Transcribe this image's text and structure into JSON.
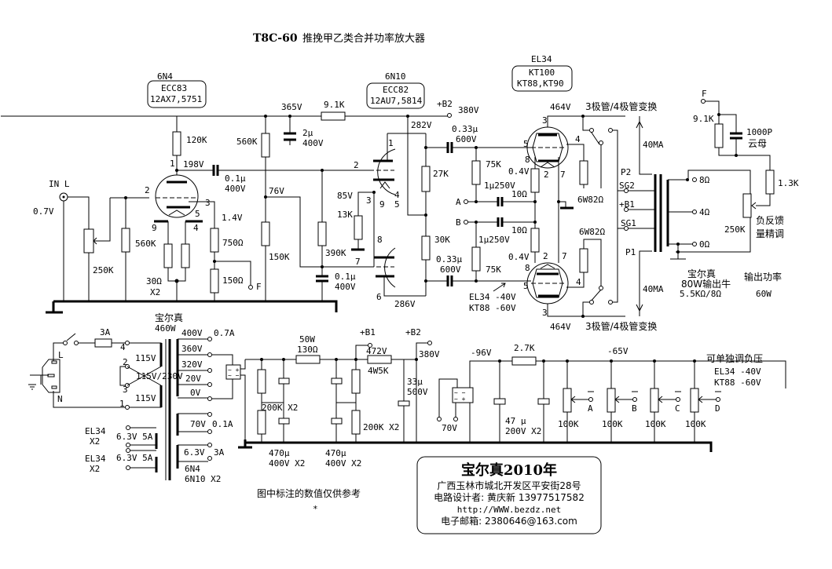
{
  "title": {
    "model": "T8C-60",
    "name": "推挽甲乙类合并功率放大器"
  },
  "tubes": {
    "v1": {
      "label": "6N4",
      "box": [
        "ECC83",
        "12AX7,5751"
      ]
    },
    "v2": {
      "label": "6N10",
      "box": [
        "ECC82",
        "12AU7,5814"
      ]
    },
    "v3": {
      "label": "EL34",
      "box": [
        "KT100",
        "KT88,KT90"
      ]
    }
  },
  "input": {
    "label": "IN  L",
    "level": "0.7V",
    "pot": "250K"
  },
  "stage1": {
    "r_plate": "120K",
    "v_plate": "198V",
    "r_grid": "560K",
    "r_cathode_pair": "30Ω",
    "r_cathode_pair_qty": "X2",
    "r750": "750Ω",
    "r150": "150Ω",
    "v_cathode": "1.4V",
    "fb_node": "F",
    "pins": {
      "p1": "1",
      "p2": "2",
      "p3": "3",
      "p9": "9",
      "p4": "4",
      "p5": "5"
    },
    "coupling_cap": [
      "0.1μ",
      "400V"
    ]
  },
  "stage2": {
    "v_supply": "365V",
    "r_drop": "9.1K",
    "cap": [
      "2μ",
      "400V"
    ],
    "r_top": "560K",
    "v_bias": "76V",
    "r_bottom": "150K",
    "r_grid": "390K",
    "grid_cap": [
      "0.1μ",
      "400V"
    ],
    "v_cathode": "85V",
    "r_cathode": "13K",
    "v_plate_top": "282V",
    "v_plate_bottom": "286V",
    "r_load_top": "27K",
    "r_load_bottom": "30K",
    "b2": "+B2",
    "b2_voltage": "380V",
    "pins": {
      "p1": "1",
      "p2": "2",
      "p3": "3",
      "p9": "9",
      "p4": "4",
      "p5": "5",
      "p8": "8",
      "p7": "7",
      "p6": "6"
    }
  },
  "output_stage": {
    "coupling_cap_top": [
      "0.33μ",
      "600V"
    ],
    "coupling_cap_bottom": [
      "0.33μ",
      "600V"
    ],
    "r_grid": "75K",
    "bias_cap": "1μ250V",
    "r_cathode": "10Ω",
    "v_cathode": "0.4V",
    "v_plate": "464V",
    "screen_res": "6W82Ω",
    "switch_label": "3极管/4极管变换",
    "current": "40MA",
    "bias_note": [
      "EL34 -40V",
      "KT88 -60V"
    ],
    "bias_nodes": [
      "A",
      "B"
    ],
    "pins": {
      "p3": "3",
      "p5": "5",
      "p4": "4",
      "p8": "8",
      "p2": "2",
      "p7": "7"
    }
  },
  "output_transformer": {
    "taps_primary": [
      "P2",
      "SG2",
      "+B1",
      "SG1",
      "P1"
    ],
    "taps_secondary": [
      "8Ω",
      "4Ω",
      "0Ω"
    ],
    "brand": "宝尔真",
    "spec": "80W输出牛",
    "ratio": "5.5KΩ/8Ω",
    "power_label": "输出功率",
    "power": "60W"
  },
  "feedback": {
    "node": "F",
    "r1": "9.1K",
    "cap": [
      "1000P",
      "云母"
    ],
    "r2": "1.3K",
    "pot": "250K",
    "pot_label": [
      "负反馈",
      "量精调"
    ]
  },
  "mains": {
    "fuse": "3A",
    "live": "L",
    "neutral": "N",
    "voltage": "115V/230V",
    "winding": "115V",
    "pins": [
      "4",
      "2",
      "3",
      "1"
    ]
  },
  "power_transformer": {
    "brand": "宝尔真",
    "power": "460W",
    "taps": [
      "400V",
      "360V",
      "320V",
      "20V",
      "0V"
    ],
    "current": "0.7A",
    "bias_winding": "70V",
    "bias_current": "0.1A",
    "heater_small": "6.3V",
    "heater_small_current": "3A",
    "heater_small_for": [
      "6N4",
      "6N10 X2"
    ],
    "heaters": [
      {
        "label": "6.3V 5A",
        "for": [
          "EL34",
          "X2"
        ]
      },
      {
        "label": "6.3V 5A",
        "for": [
          "EL34",
          "X2"
        ]
      }
    ]
  },
  "psu": {
    "r_series": [
      "50W",
      "130Ω"
    ],
    "r_bleed": "200K X2",
    "caps1": [
      "470μ",
      "400V X2"
    ],
    "caps2": [
      "470μ",
      "400V X2"
    ],
    "b1": "+B1",
    "b1_voltage": "472V",
    "r_b2": "4W5K",
    "b2": "+B2",
    "b2_voltage": "380V",
    "cap_b2": [
      "33μ",
      "500V"
    ],
    "r_bleed2": "200K X2"
  },
  "bias_supply": {
    "v_in": "70V",
    "v_rect": "-96V",
    "r": "2.7K",
    "v_out": "-65V",
    "caps": [
      "47 μ",
      "200V X2"
    ],
    "pots": [
      {
        "node": "A",
        "value": "100K"
      },
      {
        "node": "B",
        "value": "100K"
      },
      {
        "node": "C",
        "value": "100K"
      },
      {
        "node": "D",
        "value": "100K"
      }
    ],
    "note": [
      "可单独调负压",
      "EL34 -40V",
      "KT88 -60V"
    ]
  },
  "note": {
    "text": "图中标注的数值仅供参考",
    "mark": "*"
  },
  "credits": {
    "headline": "宝尔真2010年",
    "address": "广西玉林市城北开发区平安街28号",
    "designer": "电路设计者: 黄庆新  13977517582",
    "web": "http://WWW.bezdz.net",
    "email": "电子邮箱: 2380646@163.com"
  }
}
